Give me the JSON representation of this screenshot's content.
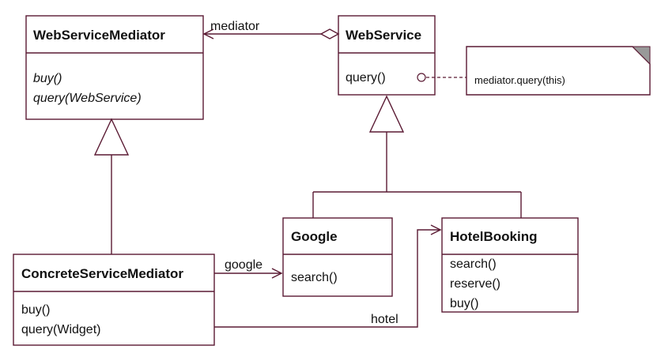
{
  "classes": {
    "web_service_mediator": {
      "name": "WebServiceMediator",
      "methods": [
        "buy()",
        "query(WebService)"
      ]
    },
    "web_service": {
      "name": "WebService",
      "methods": [
        "query()"
      ]
    },
    "concrete_service_mediator": {
      "name": "ConcreteServiceMediator",
      "methods": [
        "buy()",
        "query(Widget)"
      ]
    },
    "google": {
      "name": "Google",
      "methods": [
        "search()"
      ]
    },
    "hotel_booking": {
      "name": "HotelBooking",
      "methods": [
        "search()",
        "reserve()",
        "buy()"
      ]
    }
  },
  "associations": {
    "mediator": "mediator",
    "google": "google",
    "hotel": "hotel"
  },
  "note": {
    "text": "mediator.query(this)"
  },
  "colors": {
    "line": "#5a1a33"
  }
}
